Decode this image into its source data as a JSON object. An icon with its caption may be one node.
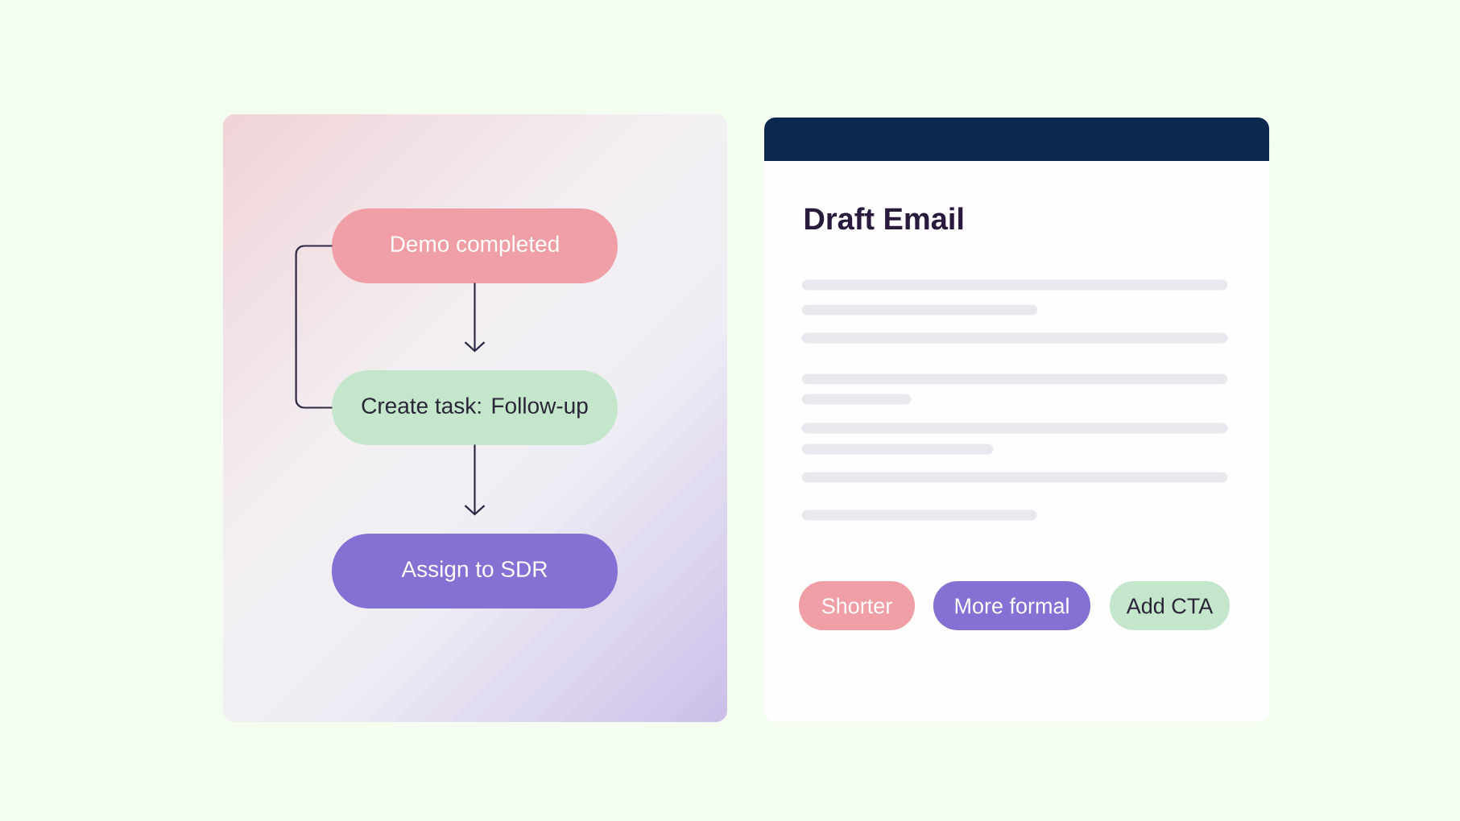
{
  "diagram": {
    "nodes": [
      {
        "text": [
          "Demo completed"
        ]
      },
      {
        "text": [
          "Create task: Follow-up"
        ]
      },
      {
        "text": [
          "Assign to SDR"
        ]
      },
      {
        "text": [
          "Draft Email"
        ]
      },
      {
        "text": [
          "Shorter"
        ],
        "in": 3
      },
      {
        "text": [
          "More formal"
        ],
        "in": 3
      },
      {
        "text": [
          "Add CTA"
        ],
        "in": 3
      }
    ],
    "edges": [
      {
        "from": 0,
        "to": 1,
        "arrow": "to"
      },
      {
        "from": 1,
        "to": 2,
        "arrow": "to"
      },
      {
        "from": 0,
        "to": 1,
        "arrow": "none"
      }
    ]
  }
}
